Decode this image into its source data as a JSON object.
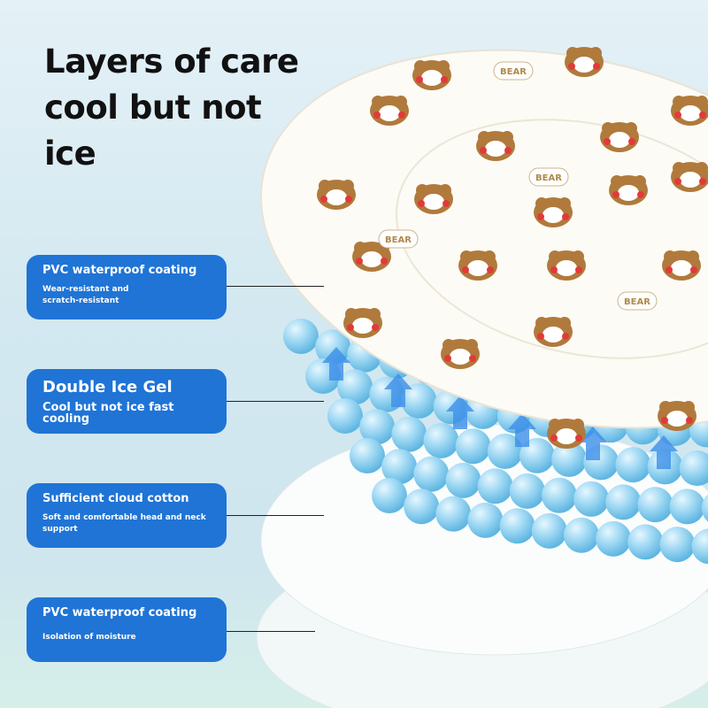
{
  "headline": "Layers of care cool but not ice",
  "features": [
    {
      "title": "PVC waterproof coating",
      "subtitle": "Wear-resistant and scratch-resistant"
    },
    {
      "title": "Double Ice Gel",
      "subtitle": "Cool but not ice fast cooling"
    },
    {
      "title": "Sufficient cloud cotton",
      "subtitle": "Soft and comfortable head and neck support"
    },
    {
      "title": "PVC waterproof coating",
      "subtitle": "Isolation of moisture"
    }
  ],
  "pattern_text": "BEAR",
  "colors": {
    "card": "#1f74d6",
    "gel": "#8fcfee",
    "bear": "#b07a3c",
    "arrow": "#3d8ee8"
  }
}
